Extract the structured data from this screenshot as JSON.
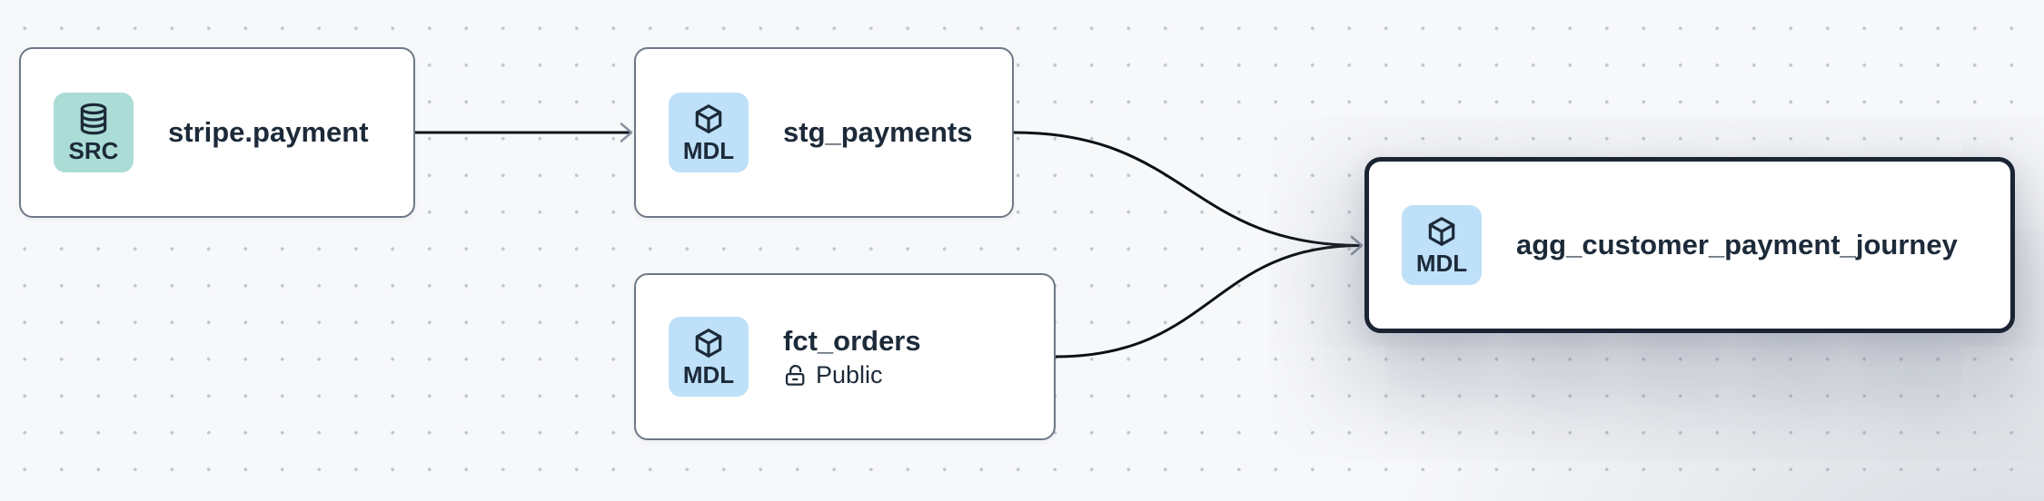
{
  "canvas": {
    "background_color": "#f7f8fa",
    "dot_color": "#c3c7cf",
    "edge_color": "#0c1016",
    "arrowhead_color": "#8a93a2",
    "node_border_color": "#6e7887",
    "selected_node_border_color": "#1b2433",
    "text_color": "#1c2a39",
    "badge_colors": {
      "source": "#abdcd6",
      "model": "#bee0f8"
    }
  },
  "nodes": [
    {
      "title": "stripe.payment",
      "badge": "SRC",
      "icon": "database-icon",
      "selected": false
    },
    {
      "title": "stg_payments",
      "badge": "MDL",
      "icon": "cube-icon",
      "selected": false
    },
    {
      "title": "fct_orders",
      "badge": "MDL",
      "icon": "cube-icon",
      "access": "Public",
      "access_icon": "unlock-icon",
      "selected": false
    },
    {
      "title": "agg_customer_payment_journey",
      "badge": "MDL",
      "icon": "cube-icon",
      "selected": true
    }
  ],
  "edges": [
    {
      "from": "stripe.payment",
      "to": "stg_payments"
    },
    {
      "from": "stg_payments",
      "to": "agg_customer_payment_journey"
    },
    {
      "from": "fct_orders",
      "to": "agg_customer_payment_journey"
    }
  ]
}
